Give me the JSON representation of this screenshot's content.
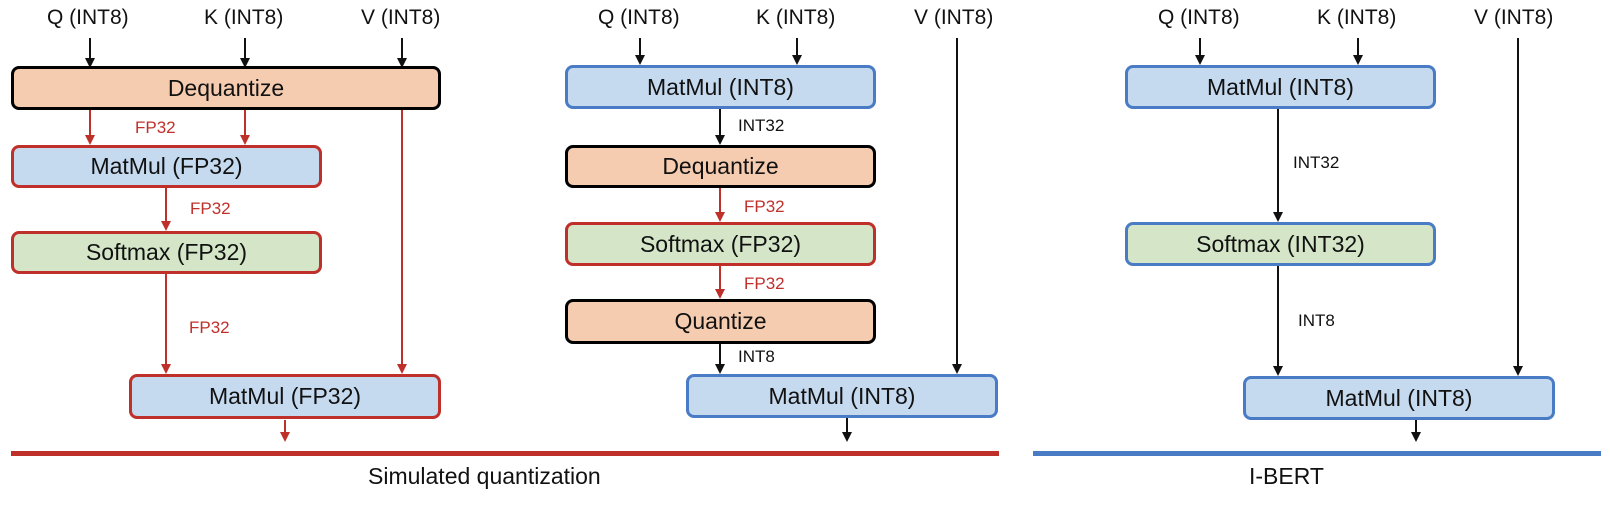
{
  "inputs": {
    "q": "Q (INT8)",
    "k": "K (INT8)",
    "v": "V (INT8)"
  },
  "sim": {
    "dequantize": "Dequantize",
    "matmul1": "MatMul (FP32)",
    "softmax": "Softmax (FP32)",
    "matmul2": "MatMul (FP32)",
    "fp32": "FP32"
  },
  "mid": {
    "matmul1": "MatMul (INT8)",
    "dequantize": "Dequantize",
    "softmax": "Softmax (FP32)",
    "quantize": "Quantize",
    "matmul2": "MatMul (INT8)",
    "int32": "INT32",
    "fp32": "FP32",
    "int8": "INT8"
  },
  "ibert": {
    "matmul1": "MatMul (INT8)",
    "softmax": "Softmax (INT32)",
    "matmul2": "MatMul (INT8)",
    "int32": "INT32",
    "int8": "INT8"
  },
  "captions": {
    "simulated": "Simulated quantization",
    "ibert": "I-BERT"
  },
  "colors": {
    "red": "#c0302b",
    "blue": "#4a7cc6",
    "orange_fill": "#f5ccb0",
    "blue_fill": "#c5d9ef",
    "green_fill": "#d4e6c7"
  }
}
